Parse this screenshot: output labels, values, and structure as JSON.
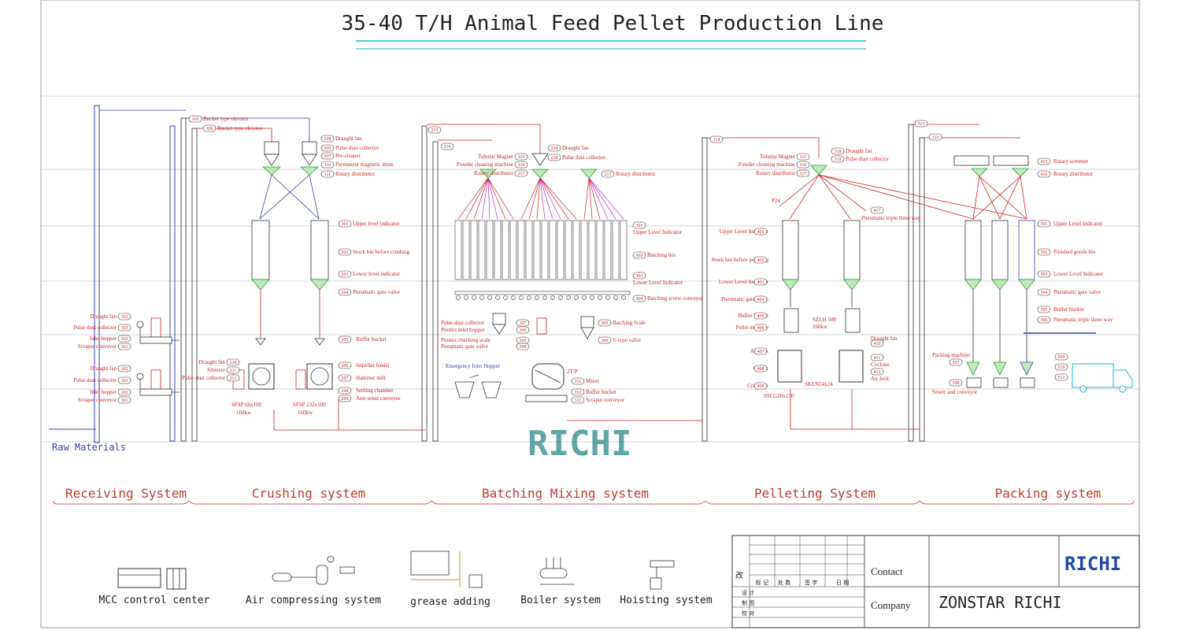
{
  "title": "35-40 T/H Animal Feed Pellet Production Line",
  "raw_materials": "Raw Materials",
  "sections": [
    "Receiving System",
    "Crushing system",
    "Batching Mixing system",
    "Pelleting System",
    "Packing system"
  ],
  "receiving": {
    "labels": [
      "Draught fan",
      "Pulse dust collector",
      "Inlet hopper",
      "Scraper conveyor",
      "Draught fan",
      "Pulse dust collector",
      "Inlet hopper",
      "Scraper conveyor"
    ],
    "nums": [
      "102",
      "103",
      "102",
      "101",
      "102",
      "103",
      "102",
      "101"
    ]
  },
  "crushing": {
    "top_labels": [
      "Bucket type elevator",
      "Bucket type elevator"
    ],
    "top_nums": [
      "105",
      "106"
    ],
    "right_labels": [
      "Draught fan",
      "Pulse dust collector",
      "Pre-cleaner",
      "Permanent magnetic drum",
      "Rotary distributor"
    ],
    "right_nums": [
      "108",
      "109",
      "107",
      "110",
      "111"
    ],
    "bin_labels": [
      "Upper level indicator",
      "Stock bin before crushing",
      "Lower level indicator",
      "Pneumatic gate valve"
    ],
    "bin_nums": [
      "201",
      "202",
      "203",
      "204"
    ],
    "lower_labels": [
      "Buffer bucket",
      "Impeller feeder",
      "Hammer mill",
      "Settling chamber",
      "Anti-wind conveyor"
    ],
    "lower_nums": [
      "205",
      "206",
      "207",
      "208",
      "209"
    ],
    "left_labels": [
      "Draught fan",
      "Silencer",
      "Pulse dust collector"
    ],
    "left_nums": [
      "210",
      "211",
      "212"
    ],
    "mill1": [
      "SFSP 66x100",
      "160kw"
    ],
    "mill2": [
      "SFSP 132x100",
      "160kw"
    ]
  },
  "batching": {
    "top_nums": [
      "213",
      "214"
    ],
    "top_labels": [
      "Tubular Magnet",
      "Powder cleaning machine",
      "Rotary distributor",
      "Draught fan",
      "Pulse dust collector",
      "Rotary distributor"
    ],
    "top_label_nums": [
      "215",
      "216",
      "217",
      "218",
      "219",
      "217"
    ],
    "bin_labels": [
      "Upper Level Indicator",
      "Batching bin",
      "Lower Level Indicator",
      "Batching screw conveyor"
    ],
    "bin_nums": [
      "301",
      "302",
      "303",
      "304"
    ],
    "left_labels": [
      "Pulse dust collector",
      "Premix inlet hopper",
      "Premix checking scale",
      "Pneumatic gate valve"
    ],
    "left_nums": [
      "307",
      "306",
      "305",
      "309"
    ],
    "right_labels": [
      "Batching Scale",
      "V-type valve"
    ],
    "right_nums": [
      "305",
      "306"
    ],
    "emergency": "Emergency Inlet Hopper",
    "mixer_model": "2T/P",
    "mixer_labels": [
      "Mixer",
      "Buffer bucket",
      "Scraper conveyor"
    ],
    "mixer_nums": [
      "311",
      "312",
      "313"
    ]
  },
  "pelleting": {
    "top_num": "314",
    "top_labels": [
      "Tubular Magnet",
      "Powder cleaning machine",
      "Rotary distributor",
      "Draught fan",
      "Pulse dust collector"
    ],
    "top_nums": [
      "315",
      "316",
      "317",
      "318",
      "319"
    ],
    "p24": "P24",
    "triple": "Pneumatic triple three way",
    "triple_num": "417",
    "left_labels": [
      "Upper Level Indicator",
      "Stock bin before pelleting",
      "Lower Level Indicator",
      "Pneumatic gate valve",
      "Buffer bucket",
      "Pellet machine",
      "Air lock",
      "Cooler",
      "Crumbler"
    ],
    "left_nums": [
      "401",
      "402",
      "403",
      "404",
      "405",
      "406",
      "407",
      "408",
      "409"
    ],
    "model1": "SZLH 508",
    "model1b": "160kw",
    "model2": "SKLN24x24",
    "model3": "SSLG20x170",
    "right_labels": [
      "Draught fan",
      "Cyclone",
      "Air lock"
    ],
    "right_nums": [
      "410",
      "411",
      "412"
    ]
  },
  "packing": {
    "top_nums": [
      "313",
      "313"
    ],
    "top_labels": [
      "Rotary screener",
      "Rotary distributor"
    ],
    "top_nums2": [
      "415",
      "416"
    ],
    "bin_labels": [
      "Upper Level Indicator",
      "Finished goods bin",
      "Lower Level Indicator",
      "Pneumatic gate valve",
      "Buffer bucket",
      "Pneumatic triple three way"
    ],
    "bin_nums": [
      "501",
      "502",
      "503",
      "504",
      "505",
      "506"
    ],
    "left_labels": [
      "Packing machine",
      "Sewer and conveyor"
    ],
    "left_nums": [
      "507",
      "508"
    ],
    "right_nums": [
      "509",
      "510",
      "511"
    ]
  },
  "watermark": "RICHI",
  "legend": [
    "MCC control center",
    "Air compressing system",
    "grease adding",
    "Boiler system",
    "Hoisting system"
  ],
  "titleblock": {
    "contact_label": "Contact",
    "company_label": "Company",
    "company_value": "ZONSTAR RICHI",
    "logo": "RICHI",
    "gai": "改",
    "headers": [
      "标 记",
      "处 数",
      "签 字",
      "日 期"
    ],
    "rows": [
      "设 计",
      "制 图",
      "校 对"
    ]
  },
  "colors": {
    "red": "#cc2222",
    "blue": "#3344aa",
    "magenta": "#c030c0",
    "green": "#2aa02a",
    "cyan": "#18b4d0",
    "teal": "#2a8a8a"
  }
}
